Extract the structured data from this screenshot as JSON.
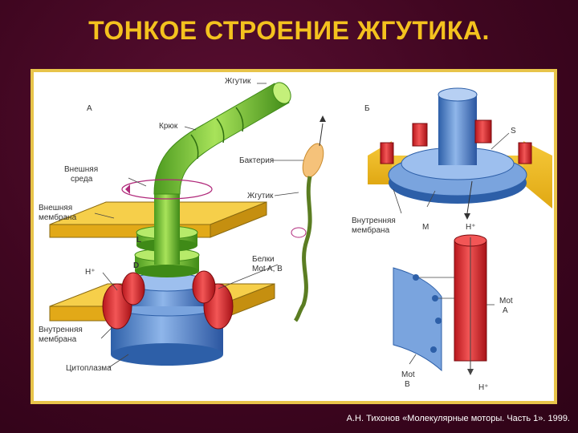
{
  "title": "ТОНКОЕ СТРОЕНИЕ ЖГУТИКА.",
  "credit": "А.Н. Тихонов «Молекулярные моторы. Часть 1». 1999.",
  "panel_a": {
    "letter": "А",
    "labels": {
      "zhgutik_top": "Жгутик",
      "kryuk": "Крюк",
      "bakteriya": "Бактерия",
      "vneshnyaya_sreda_1": "Внешняя",
      "vneshnyaya_sreda_2": "среда",
      "zhgutik_mid": "Жгутик",
      "vneshnyaya_membrana_1": "Внешняя",
      "vneshnyaya_membrana_2": "мембрана",
      "ring_l": "L",
      "ring_d": "D",
      "h_plus": "H⁺",
      "belki_1": "Белки",
      "belki_2": "Mot A, B",
      "vnutrennyaya_membrana_1": "Внутренняя",
      "vnutrennyaya_membrana_2": "мембрана",
      "citoplazma": "Цитоплазма"
    }
  },
  "panel_b": {
    "letter": "Б",
    "labels": {
      "s": "S",
      "m": "M",
      "h_plus_top": "H⁺",
      "vnutrennyaya_membrana_1": "Внутренняя",
      "vnutrennyaya_membrana_2": "мембрана",
      "mot_a_1": "Mot",
      "mot_a_2": "A",
      "mot_b_1": "Mot",
      "mot_b_2": "B",
      "h_plus_bottom": "H⁺"
    }
  }
}
